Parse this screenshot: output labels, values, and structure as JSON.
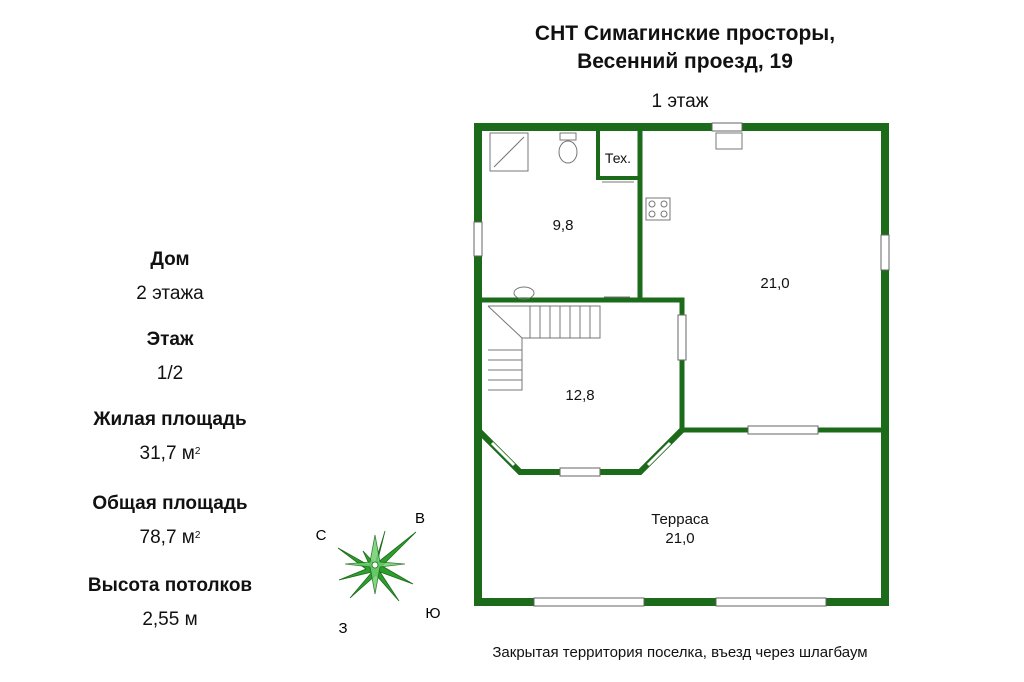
{
  "header": {
    "title_line1": "СНТ Симагинские просторы,",
    "title_line2": "Весенний проезд, 19",
    "floor_label": "1 этаж"
  },
  "info": [
    {
      "label": "Дом",
      "value": "2 этажа",
      "sup": ""
    },
    {
      "label": "Этаж",
      "value": "1/2",
      "sup": ""
    },
    {
      "label": "Жилая площадь",
      "value": "31,7 м",
      "sup": "2"
    },
    {
      "label": "Общая площадь",
      "value": "78,7 м",
      "sup": "2"
    },
    {
      "label": "Высота потолков",
      "value": "2,55 м",
      "sup": ""
    }
  ],
  "plan": {
    "rooms": {
      "bathroom_area": "9,8",
      "tech_label": "Тех.",
      "kitchen_area": "21,0",
      "hall_area": "12,8",
      "terrace_label": "Терраса",
      "terrace_area": "21,0"
    },
    "wall_color": "#1b6b1b"
  },
  "compass": {
    "north": "С",
    "east": "В",
    "south": "Ю",
    "west": "З",
    "color": "#2e9e2e"
  },
  "footer": {
    "note": "Закрытая территория поселка, въезд через шлагбаум"
  }
}
